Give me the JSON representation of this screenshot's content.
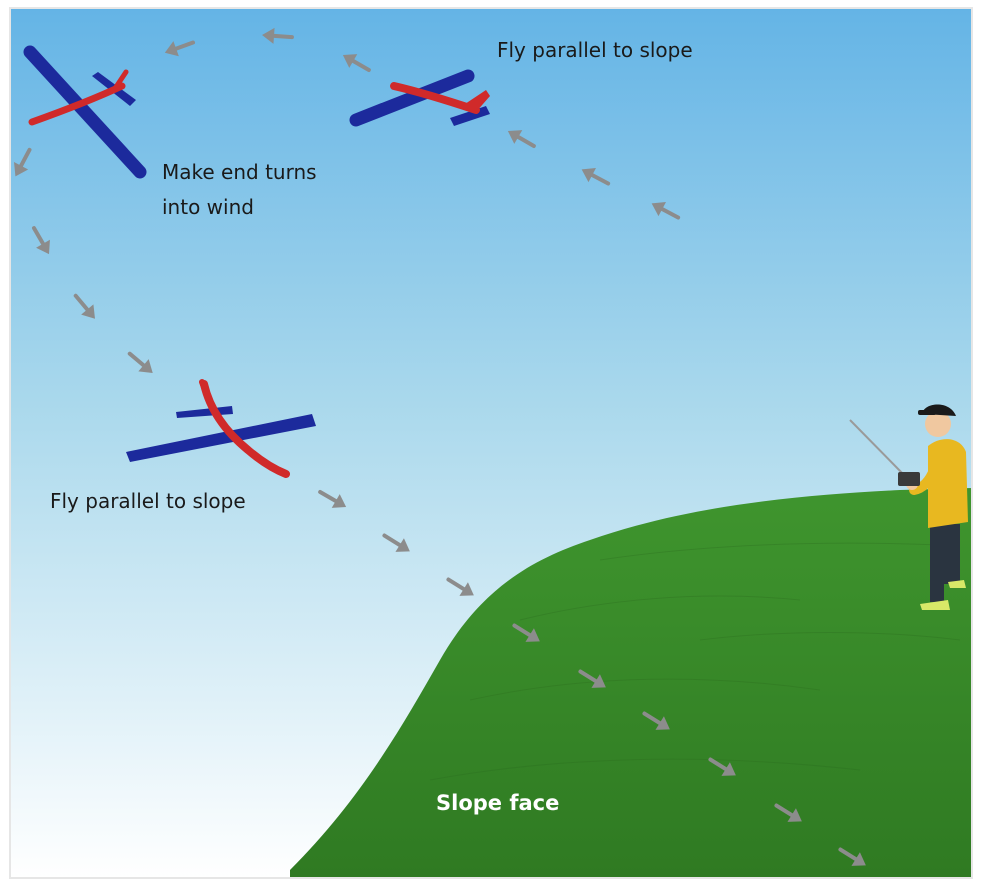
{
  "labels": {
    "top_parallel": "Fly parallel to slope",
    "end_turns_line1": "Make end turns",
    "end_turns_line2": "into wind",
    "bottom_parallel": "Fly parallel to slope",
    "slope_face": "Slope face"
  },
  "colors": {
    "sky_top": "#64b4e6",
    "sky_bottom": "#ffffff",
    "grass": "#3a8a2a",
    "arrow": "#8c8c8c",
    "plane_body": "#1c2a9c",
    "plane_accent": "#d02a2a",
    "pilot_shirt": "#e8b820"
  },
  "icons": [
    "arrow-icon",
    "glider-icon",
    "pilot-figure",
    "transmitter-icon"
  ]
}
